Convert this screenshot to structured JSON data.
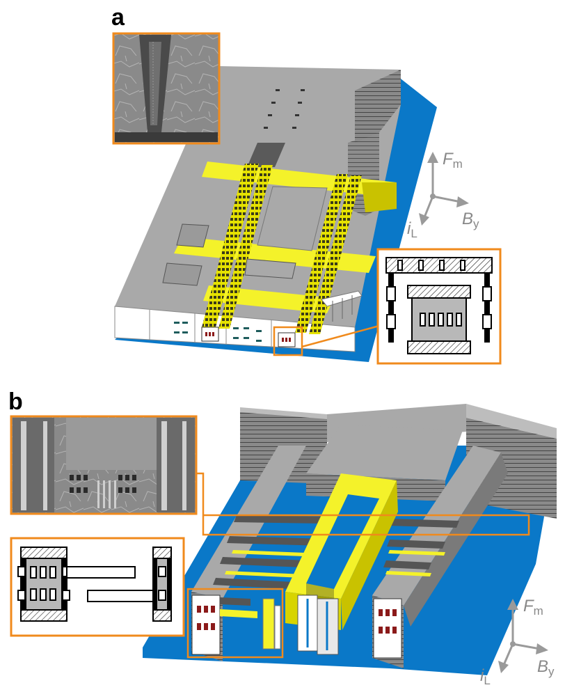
{
  "panels": [
    {
      "label": "a",
      "axes": {
        "force": "F",
        "force_sub": "m",
        "current": "i",
        "current_sub": "L",
        "field": "B",
        "field_sub": "y"
      }
    },
    {
      "label": "b",
      "axes": {
        "force": "F",
        "force_sub": "m",
        "current": "i",
        "current_sub": "L",
        "field": "B",
        "field_sub": "y"
      }
    }
  ],
  "colors": {
    "substrate": "#0a78c8",
    "gray_top": "#a7a7a7",
    "gray_side": "#7a7a7a",
    "gold": "#f4f22a",
    "gold_dark": "#c9c200",
    "frame": "#f08a1c",
    "axis": "#9a9a9a",
    "contact": "#8b1a1a",
    "slot": "#1e5c5c"
  },
  "icons": [
    "sem-micrograph-inset",
    "cross-section-schematic-inset",
    "coordinate-axes-icon"
  ]
}
